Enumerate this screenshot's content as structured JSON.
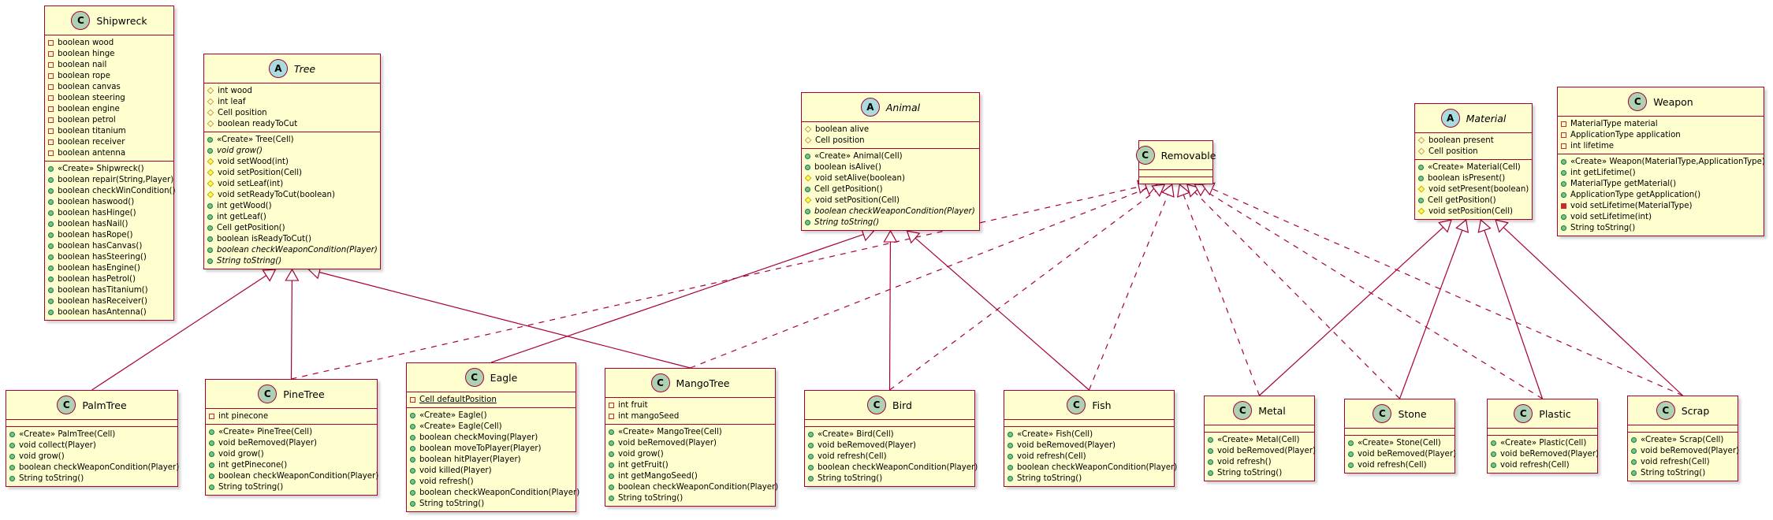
{
  "colors": {
    "class_fill": "#FEFECE",
    "border": "#A80036",
    "badge_class": "#ADD1B2",
    "badge_abstract": "#A9DCDF",
    "private": "#C82930",
    "protected": "#B38D22",
    "public": "#038048"
  },
  "classes": {
    "shipwreck": {
      "kind": "C",
      "name": "Shipwreck",
      "fields": [
        {
          "vis": "priv",
          "text": "boolean wood"
        },
        {
          "vis": "priv",
          "text": "boolean hinge"
        },
        {
          "vis": "priv",
          "text": "boolean nail"
        },
        {
          "vis": "priv",
          "text": "boolean rope"
        },
        {
          "vis": "priv",
          "text": "boolean canvas"
        },
        {
          "vis": "priv",
          "text": "boolean steering"
        },
        {
          "vis": "priv",
          "text": "boolean engine"
        },
        {
          "vis": "priv",
          "text": "boolean petrol"
        },
        {
          "vis": "priv",
          "text": "boolean titanium"
        },
        {
          "vis": "priv",
          "text": "boolean receiver"
        },
        {
          "vis": "priv",
          "text": "boolean antenna"
        }
      ],
      "methods": [
        {
          "vis": "pub",
          "text": "«Create» Shipwreck()"
        },
        {
          "vis": "pub",
          "text": "boolean repair(String,Player)"
        },
        {
          "vis": "pub",
          "text": "boolean checkWinCondition()"
        },
        {
          "vis": "pub",
          "text": "boolean haswood()"
        },
        {
          "vis": "pub",
          "text": "boolean hasHinge()"
        },
        {
          "vis": "pub",
          "text": "boolean hasNail()"
        },
        {
          "vis": "pub",
          "text": "boolean hasRope()"
        },
        {
          "vis": "pub",
          "text": "boolean hasCanvas()"
        },
        {
          "vis": "pub",
          "text": "boolean hasSteering()"
        },
        {
          "vis": "pub",
          "text": "boolean hasEngine()"
        },
        {
          "vis": "pub",
          "text": "boolean hasPetrol()"
        },
        {
          "vis": "pub",
          "text": "boolean hasTitanium()"
        },
        {
          "vis": "pub",
          "text": "boolean hasReceiver()"
        },
        {
          "vis": "pub",
          "text": "boolean hasAntenna()"
        }
      ]
    },
    "tree": {
      "kind": "A",
      "name": "Tree",
      "abstract": true,
      "fields": [
        {
          "vis": "prot",
          "text": "int wood"
        },
        {
          "vis": "prot",
          "text": "int leaf"
        },
        {
          "vis": "prot",
          "text": "Cell position"
        },
        {
          "vis": "prot",
          "text": "boolean readyToCut"
        }
      ],
      "methods": [
        {
          "vis": "pub",
          "text": "«Create» Tree(Cell)"
        },
        {
          "vis": "pub",
          "text": "void grow()",
          "italic": true
        },
        {
          "vis": "protm",
          "text": "void setWood(int)"
        },
        {
          "vis": "protm",
          "text": "void setPosition(Cell)"
        },
        {
          "vis": "protm",
          "text": "void setLeaf(int)"
        },
        {
          "vis": "protm",
          "text": "void setReadyToCut(boolean)"
        },
        {
          "vis": "pub",
          "text": "int getWood()"
        },
        {
          "vis": "pub",
          "text": "int getLeaf()"
        },
        {
          "vis": "pub",
          "text": "Cell getPosition()"
        },
        {
          "vis": "pub",
          "text": "boolean isReadyToCut()"
        },
        {
          "vis": "pub",
          "text": "boolean checkWeaponCondition(Player)",
          "italic": true
        },
        {
          "vis": "pub",
          "text": "String toString()",
          "italic": true
        }
      ]
    },
    "animal": {
      "kind": "A",
      "name": "Animal",
      "abstract": true,
      "fields": [
        {
          "vis": "prot",
          "text": "boolean alive"
        },
        {
          "vis": "prot",
          "text": "Cell position"
        }
      ],
      "methods": [
        {
          "vis": "pub",
          "text": "«Create» Animal(Cell)"
        },
        {
          "vis": "pub",
          "text": "boolean isAlive()"
        },
        {
          "vis": "protm",
          "text": "void setAlive(boolean)"
        },
        {
          "vis": "pub",
          "text": "Cell getPosition()"
        },
        {
          "vis": "protm",
          "text": "void setPosition(Cell)"
        },
        {
          "vis": "pub",
          "text": "boolean checkWeaponCondition(Player)",
          "italic": true
        },
        {
          "vis": "pub",
          "text": "String toString()",
          "italic": true
        }
      ]
    },
    "removable": {
      "kind": "C",
      "name": "Removable",
      "fields": [],
      "methods": []
    },
    "material": {
      "kind": "A",
      "name": "Material",
      "abstract": true,
      "fields": [
        {
          "vis": "prot",
          "text": "boolean present"
        },
        {
          "vis": "prot",
          "text": "Cell position"
        }
      ],
      "methods": [
        {
          "vis": "pub",
          "text": "«Create» Material(Cell)"
        },
        {
          "vis": "pub",
          "text": "boolean isPresent()"
        },
        {
          "vis": "protm",
          "text": "void setPresent(boolean)"
        },
        {
          "vis": "pub",
          "text": "Cell getPosition()"
        },
        {
          "vis": "protm",
          "text": "void setPosition(Cell)"
        }
      ]
    },
    "weapon": {
      "kind": "C",
      "name": "Weapon",
      "fields": [
        {
          "vis": "priv",
          "text": "MaterialType material"
        },
        {
          "vis": "priv",
          "text": "ApplicationType application"
        },
        {
          "vis": "priv",
          "text": "int lifetime"
        }
      ],
      "methods": [
        {
          "vis": "pub",
          "text": "«Create» Weapon(MaterialType,ApplicationType)"
        },
        {
          "vis": "pub",
          "text": "int getLifetime()"
        },
        {
          "vis": "pub",
          "text": "MaterialType getMaterial()"
        },
        {
          "vis": "pub",
          "text": "ApplicationType getApplication()"
        },
        {
          "vis": "privm",
          "text": "void setLifetime(MaterialType)"
        },
        {
          "vis": "pub",
          "text": "void setLifetime(int)"
        },
        {
          "vis": "pub",
          "text": "String toString()"
        }
      ]
    },
    "palmtree": {
      "kind": "C",
      "name": "PalmTree",
      "fields": [],
      "methods": [
        {
          "vis": "pub",
          "text": "«Create» PalmTree(Cell)"
        },
        {
          "vis": "pub",
          "text": "void collect(Player)"
        },
        {
          "vis": "pub",
          "text": "void grow()"
        },
        {
          "vis": "pub",
          "text": "boolean checkWeaponCondition(Player)"
        },
        {
          "vis": "pub",
          "text": "String toString()"
        }
      ]
    },
    "pinetree": {
      "kind": "C",
      "name": "PineTree",
      "fields": [
        {
          "vis": "priv",
          "text": "int pinecone"
        }
      ],
      "methods": [
        {
          "vis": "pub",
          "text": "«Create» PineTree(Cell)"
        },
        {
          "vis": "pub",
          "text": "void beRemoved(Player)"
        },
        {
          "vis": "pub",
          "text": "void grow()"
        },
        {
          "vis": "pub",
          "text": "int getPinecone()"
        },
        {
          "vis": "pub",
          "text": "boolean checkWeaponCondition(Player)"
        },
        {
          "vis": "pub",
          "text": "String toString()"
        }
      ]
    },
    "eagle": {
      "kind": "C",
      "name": "Eagle",
      "fields": [
        {
          "vis": "priv",
          "text": "Cell defaultPosition",
          "underline": true
        }
      ],
      "methods": [
        {
          "vis": "pub",
          "text": "«Create» Eagle()"
        },
        {
          "vis": "pub",
          "text": "«Create» Eagle(Cell)"
        },
        {
          "vis": "pub",
          "text": "boolean checkMoving(Player)"
        },
        {
          "vis": "pub",
          "text": "boolean moveToPlayer(Player)"
        },
        {
          "vis": "pub",
          "text": "boolean hitPlayer(Player)"
        },
        {
          "vis": "pub",
          "text": "void killed(Player)"
        },
        {
          "vis": "pub",
          "text": "void refresh()"
        },
        {
          "vis": "pub",
          "text": "boolean checkWeaponCondition(Player)"
        },
        {
          "vis": "pub",
          "text": "String toString()"
        }
      ]
    },
    "mangotree": {
      "kind": "C",
      "name": "MangoTree",
      "fields": [
        {
          "vis": "priv",
          "text": "int fruit"
        },
        {
          "vis": "priv",
          "text": "int mangoSeed"
        }
      ],
      "methods": [
        {
          "vis": "pub",
          "text": "«Create» MangoTree(Cell)"
        },
        {
          "vis": "pub",
          "text": "void beRemoved(Player)"
        },
        {
          "vis": "pub",
          "text": "void grow()"
        },
        {
          "vis": "pub",
          "text": "int getFruit()"
        },
        {
          "vis": "pub",
          "text": "int getMangoSeed()"
        },
        {
          "vis": "pub",
          "text": "boolean checkWeaponCondition(Player)"
        },
        {
          "vis": "pub",
          "text": "String toString()"
        }
      ]
    },
    "bird": {
      "kind": "C",
      "name": "Bird",
      "fields": [],
      "methods": [
        {
          "vis": "pub",
          "text": "«Create» Bird(Cell)"
        },
        {
          "vis": "pub",
          "text": "void beRemoved(Player)"
        },
        {
          "vis": "pub",
          "text": "void refresh(Cell)"
        },
        {
          "vis": "pub",
          "text": "boolean checkWeaponCondition(Player)"
        },
        {
          "vis": "pub",
          "text": "String toString()"
        }
      ]
    },
    "fish": {
      "kind": "C",
      "name": "Fish",
      "fields": [],
      "methods": [
        {
          "vis": "pub",
          "text": "«Create» Fish(Cell)"
        },
        {
          "vis": "pub",
          "text": "void beRemoved(Player)"
        },
        {
          "vis": "pub",
          "text": "void refresh(Cell)"
        },
        {
          "vis": "pub",
          "text": "boolean checkWeaponCondition(Player)"
        },
        {
          "vis": "pub",
          "text": "String toString()"
        }
      ]
    },
    "metal": {
      "kind": "C",
      "name": "Metal",
      "fields": [],
      "methods": [
        {
          "vis": "pub",
          "text": "«Create» Metal(Cell)"
        },
        {
          "vis": "pub",
          "text": "void beRemoved(Player)"
        },
        {
          "vis": "pub",
          "text": "void refresh()"
        },
        {
          "vis": "pub",
          "text": "String toString()"
        }
      ]
    },
    "stone": {
      "kind": "C",
      "name": "Stone",
      "fields": [],
      "methods": [
        {
          "vis": "pub",
          "text": "«Create» Stone(Cell)"
        },
        {
          "vis": "pub",
          "text": "void beRemoved(Player)"
        },
        {
          "vis": "pub",
          "text": "void refresh(Cell)"
        }
      ]
    },
    "plastic": {
      "kind": "C",
      "name": "Plastic",
      "fields": [],
      "methods": [
        {
          "vis": "pub",
          "text": "«Create» Plastic(Cell)"
        },
        {
          "vis": "pub",
          "text": "void beRemoved(Player)"
        },
        {
          "vis": "pub",
          "text": "void refresh(Cell)"
        }
      ]
    },
    "scrap": {
      "kind": "C",
      "name": "Scrap",
      "fields": [],
      "methods": [
        {
          "vis": "pub",
          "text": "«Create» Scrap(Cell)"
        },
        {
          "vis": "pub",
          "text": "void beRemoved(Player)"
        },
        {
          "vis": "pub",
          "text": "void refresh(Cell)"
        },
        {
          "vis": "pub",
          "text": "String toString()"
        }
      ]
    }
  },
  "relations": [
    {
      "from": "palmtree",
      "to": "tree",
      "type": "extends"
    },
    {
      "from": "pinetree",
      "to": "tree",
      "type": "extends"
    },
    {
      "from": "mangotree",
      "to": "tree",
      "type": "extends"
    },
    {
      "from": "eagle",
      "to": "animal",
      "type": "extends"
    },
    {
      "from": "bird",
      "to": "animal",
      "type": "extends"
    },
    {
      "from": "fish",
      "to": "animal",
      "type": "extends"
    },
    {
      "from": "metal",
      "to": "material",
      "type": "extends"
    },
    {
      "from": "stone",
      "to": "material",
      "type": "extends"
    },
    {
      "from": "plastic",
      "to": "material",
      "type": "extends"
    },
    {
      "from": "scrap",
      "to": "material",
      "type": "extends"
    },
    {
      "from": "pinetree",
      "to": "removable",
      "type": "implements"
    },
    {
      "from": "mangotree",
      "to": "removable",
      "type": "implements"
    },
    {
      "from": "bird",
      "to": "removable",
      "type": "implements"
    },
    {
      "from": "fish",
      "to": "removable",
      "type": "implements"
    },
    {
      "from": "metal",
      "to": "removable",
      "type": "implements"
    },
    {
      "from": "stone",
      "to": "removable",
      "type": "implements"
    },
    {
      "from": "plastic",
      "to": "removable",
      "type": "implements"
    },
    {
      "from": "scrap",
      "to": "removable",
      "type": "implements"
    }
  ]
}
